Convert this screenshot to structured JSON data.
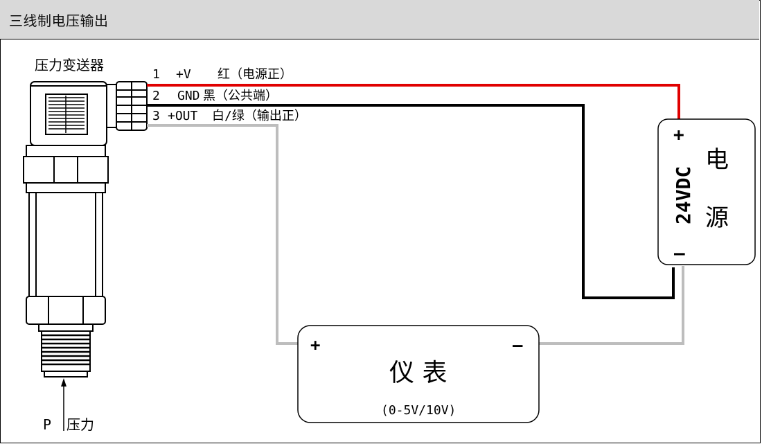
{
  "title": "三线制电压输出",
  "transmitter": {
    "label": "压力变送器"
  },
  "wires": [
    {
      "num": "1",
      "name": "+V",
      "desc": "红（电源正）",
      "color": "#e00000"
    },
    {
      "num": "2",
      "name": "GND",
      "desc": "黑（公共端）",
      "color": "#000000"
    },
    {
      "num": "3",
      "name": "+OUT",
      "desc": "白/绿（输出正）",
      "color": "#c0c0c0"
    }
  ],
  "power_supply": {
    "voltage": "24VDC",
    "title_char1": "电",
    "title_char2": "源",
    "plus": "+",
    "minus": "–"
  },
  "meter": {
    "title": "仪 表",
    "range": "(0-5V/10V)",
    "plus": "+",
    "minus": "–"
  },
  "pressure": {
    "p": "P",
    "label": "压力"
  }
}
